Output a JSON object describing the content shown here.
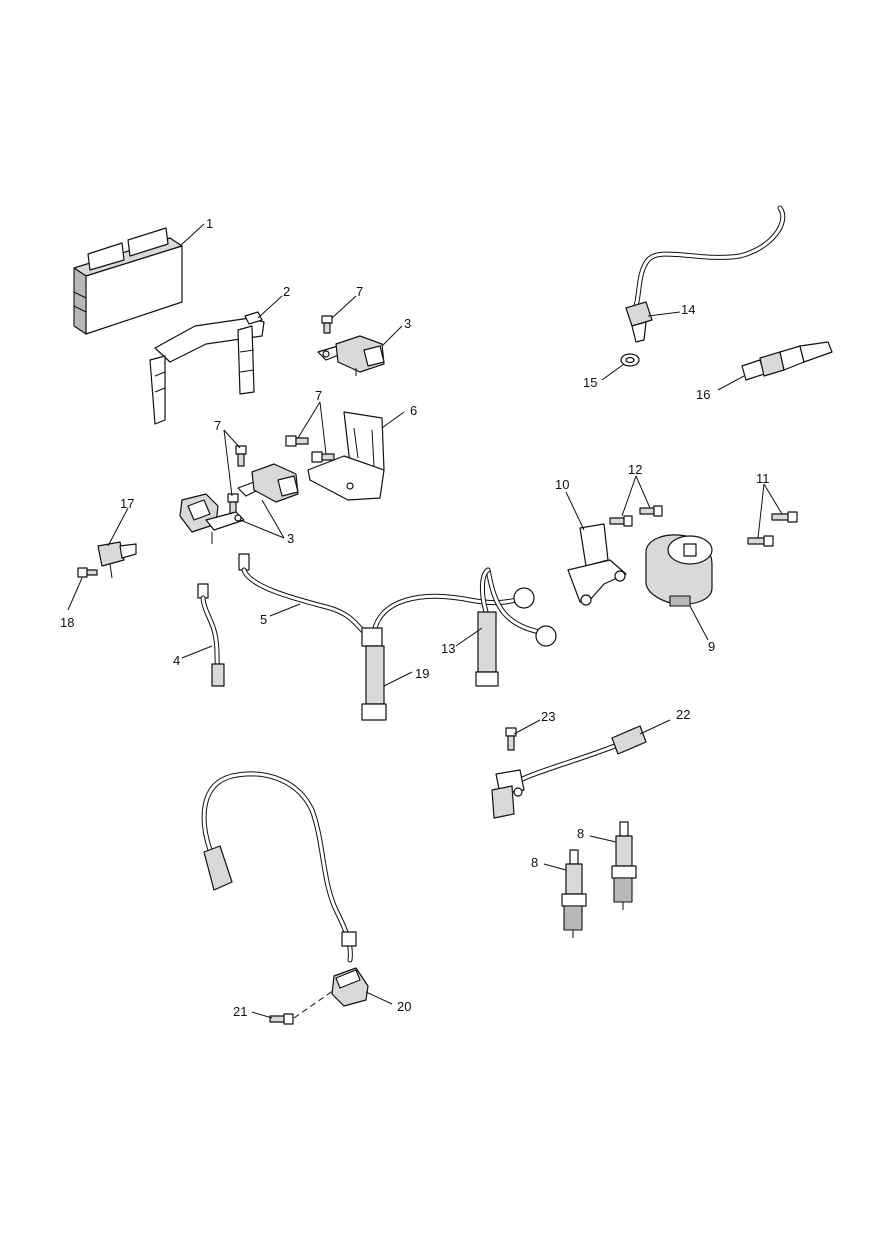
{
  "diagram": {
    "callouts": [
      {
        "id": "c1",
        "text": "1"
      },
      {
        "id": "c2",
        "text": "2"
      },
      {
        "id": "c3a",
        "text": "3"
      },
      {
        "id": "c3b",
        "text": "3"
      },
      {
        "id": "c4",
        "text": "4"
      },
      {
        "id": "c5",
        "text": "5"
      },
      {
        "id": "c6",
        "text": "6"
      },
      {
        "id": "c7a",
        "text": "7"
      },
      {
        "id": "c7b",
        "text": "7"
      },
      {
        "id": "c7c",
        "text": "7"
      },
      {
        "id": "c8a",
        "text": "8"
      },
      {
        "id": "c8b",
        "text": "8"
      },
      {
        "id": "c9",
        "text": "9"
      },
      {
        "id": "c10",
        "text": "10"
      },
      {
        "id": "c11",
        "text": "11"
      },
      {
        "id": "c12",
        "text": "12"
      },
      {
        "id": "c13",
        "text": "13"
      },
      {
        "id": "c14",
        "text": "14"
      },
      {
        "id": "c15",
        "text": "15"
      },
      {
        "id": "c16",
        "text": "16"
      },
      {
        "id": "c17",
        "text": "17"
      },
      {
        "id": "c18",
        "text": "18"
      },
      {
        "id": "c19",
        "text": "19"
      },
      {
        "id": "c20",
        "text": "20"
      },
      {
        "id": "c21",
        "text": "21"
      },
      {
        "id": "c22",
        "text": "22"
      },
      {
        "id": "c23",
        "text": "23"
      }
    ]
  }
}
